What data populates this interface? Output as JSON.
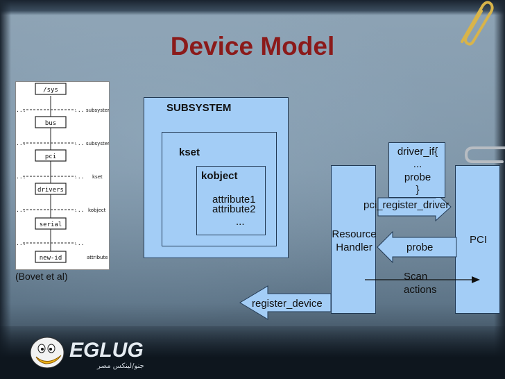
{
  "slide": {
    "title": "Device Model",
    "credit": "(Bovet et al)"
  },
  "tree": {
    "nodes": [
      "/sys",
      "bus",
      "pci",
      "drivers",
      "serial",
      "new-id"
    ],
    "right_labels": [
      "subsystem",
      "subsystem",
      "kset",
      "kobject",
      "attribute"
    ],
    "ellipsis": "..."
  },
  "diagram": {
    "subsystem": "SUBSYSTEM",
    "kset": "kset",
    "kobject": "kobject",
    "attributes": [
      "attribute1",
      "attribute2",
      "..."
    ],
    "resource_handler": "Resource\nHandler",
    "pci": "PCI",
    "driver_if": [
      "driver_if{",
      "...",
      "probe",
      "}"
    ],
    "pci_register_driver": "pci_register_driver",
    "probe": "probe",
    "scan_actions": [
      "Scan",
      "actions"
    ],
    "register_device": "register_device"
  },
  "logo": {
    "text": "EGLUG",
    "subtitle_ar": "جنو/لينكس مصر"
  },
  "colors": {
    "title": "#8b1a1a",
    "box_fill": "#a3cdf6",
    "box_border": "#223a55"
  }
}
